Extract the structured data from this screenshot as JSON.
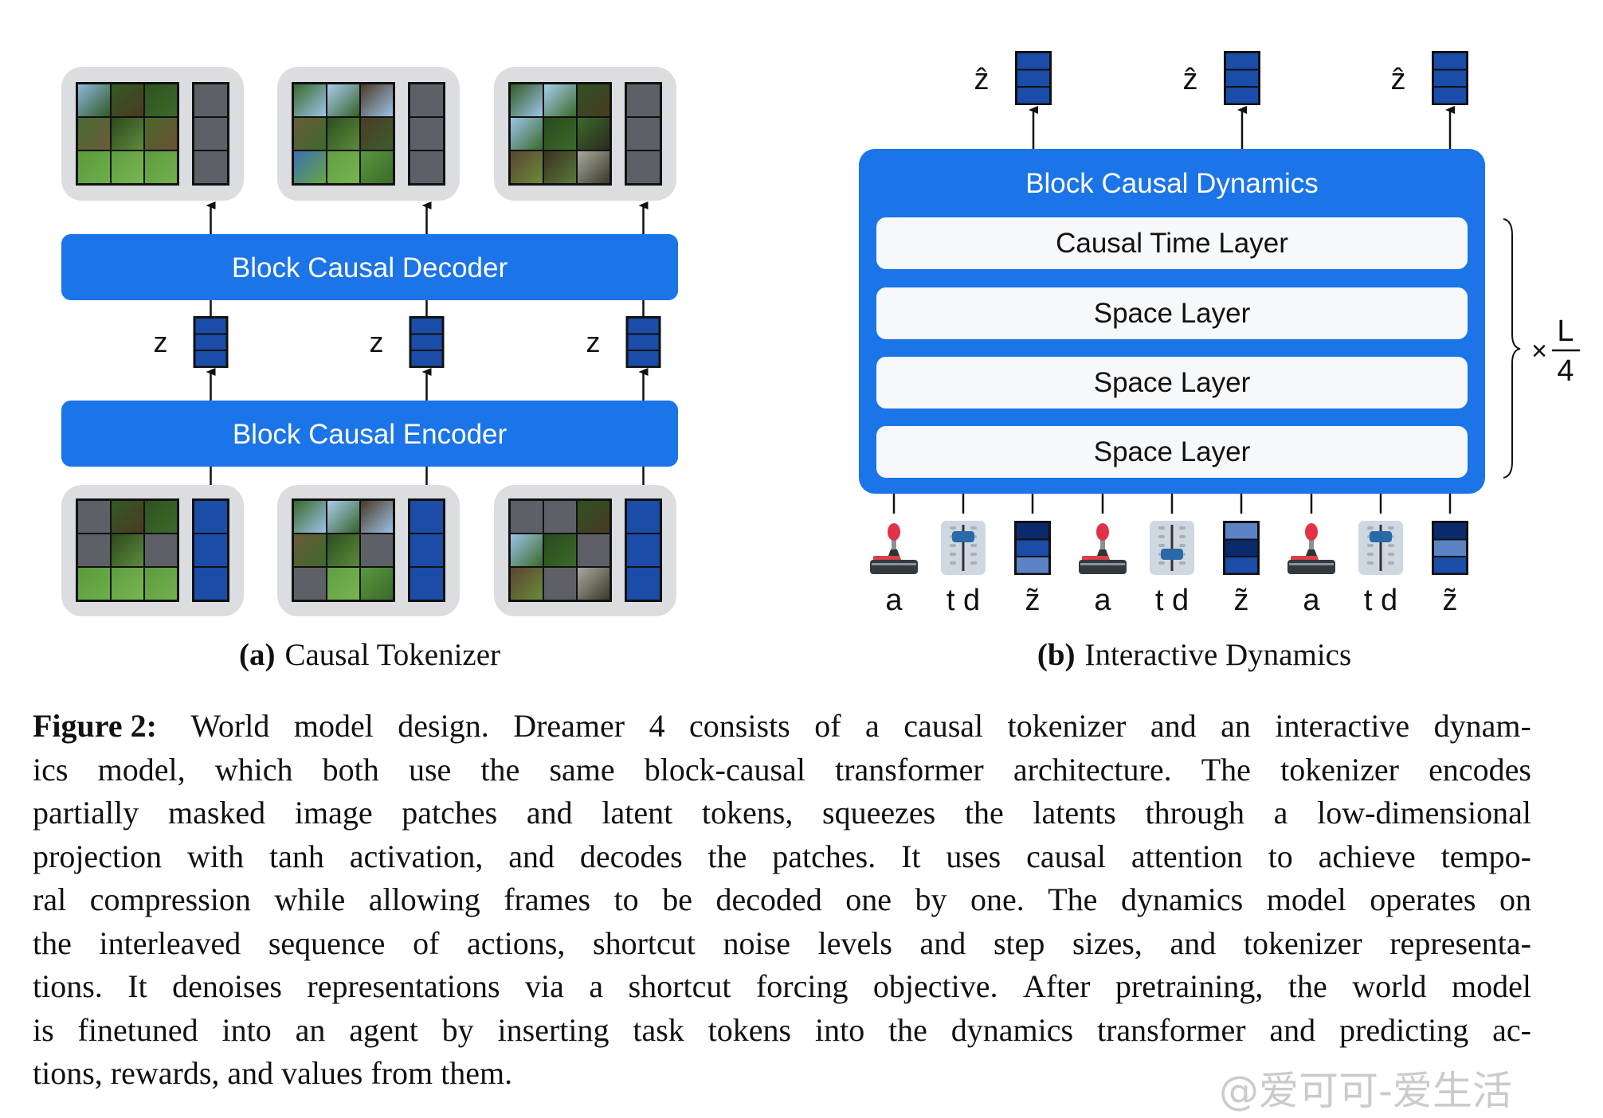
{
  "tokenizer": {
    "decoder_label": "Block Causal Decoder",
    "encoder_label": "Block Causal Encoder",
    "latent_label": "z",
    "caption_tag": "(a)",
    "caption_text": "Causal Tokenizer",
    "masked_patches": [
      [
        0,
        3,
        5
      ],
      [
        5,
        6
      ],
      [
        0,
        1,
        5,
        7
      ]
    ]
  },
  "dynamics": {
    "title": "Block Causal Dynamics",
    "layers": [
      "Causal Time Layer",
      "Space Layer",
      "Space Layer",
      "Space Layer"
    ],
    "output_label": "ẑ",
    "repeat_times": "×",
    "repeat_num": "L",
    "repeat_den": "4",
    "inputs": [
      {
        "icon": "joystick-icon",
        "label": "a"
      },
      {
        "icon": "slider-icon",
        "label": "t d",
        "slider": "high"
      },
      {
        "icon": "token-icon",
        "label": "z̃",
        "shades": [
          "dark",
          "mid",
          "light"
        ]
      },
      {
        "icon": "joystick-icon",
        "label": "a"
      },
      {
        "icon": "slider-icon",
        "label": "t d",
        "slider": "low"
      },
      {
        "icon": "token-icon",
        "label": "z̃",
        "shades": [
          "light",
          "dark",
          "mid"
        ]
      },
      {
        "icon": "joystick-icon",
        "label": "a"
      },
      {
        "icon": "slider-icon",
        "label": "t d",
        "slider": "high"
      },
      {
        "icon": "token-icon",
        "label": "z̃",
        "shades": [
          "dark",
          "light",
          "mid"
        ]
      }
    ],
    "caption_tag": "(b)",
    "caption_text": "Interactive Dynamics"
  },
  "colors": {
    "accent": "#1b74e8",
    "card": "#dcdde1",
    "token_gray": "#5e6068",
    "dark": "#0b2a6c",
    "mid": "#1a4ca8",
    "light": "#5b83c6"
  },
  "figure_caption": {
    "label": "Figure 2:",
    "lines": [
      "World model design. Dreamer 4 consists of a causal tokenizer and an interactive dynam-",
      "ics model, which both use the same block-causal transformer architecture. The tokenizer encodes",
      "partially masked image patches and latent tokens, squeezes the latents through a low-dimensional",
      "projection with tanh activation, and decodes the patches. It uses causal attention to achieve tempo-",
      "ral compression while allowing frames to be decoded one by one. The dynamics model operates on",
      "the interleaved sequence of actions, shortcut noise levels and step sizes, and tokenizer representa-",
      "tions. It denoises representations via a shortcut forcing objective. After pretraining, the world model",
      "is finetuned into an agent by inserting task tokens into the dynamics transformer and predicting ac-",
      "tions, rewards, and values from them."
    ]
  },
  "watermark": "@爱可可-爱生活"
}
